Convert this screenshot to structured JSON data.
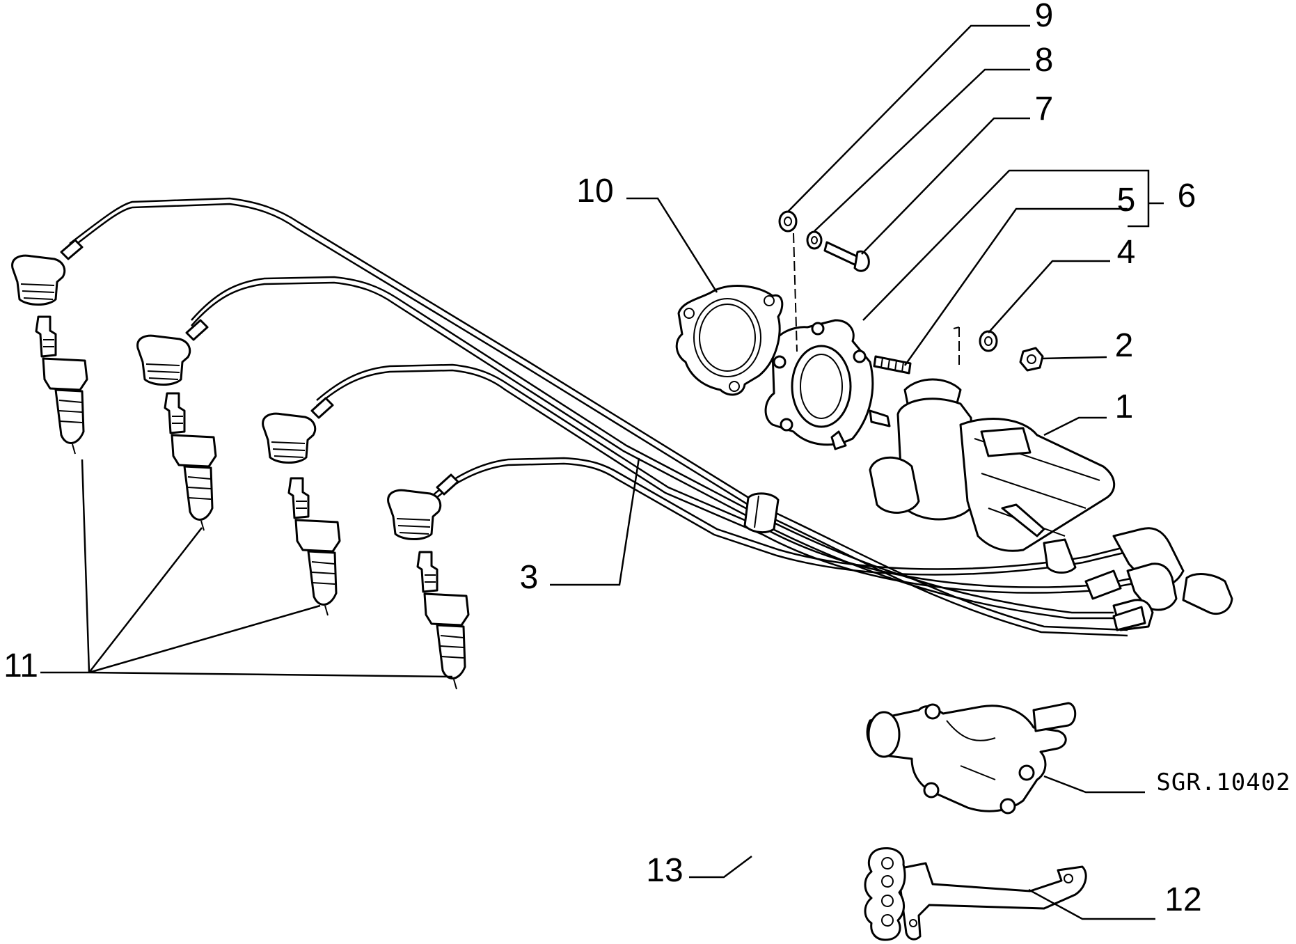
{
  "diagram": {
    "drawing_code": "SGR.10402",
    "callouts": [
      {
        "id": "callout-1",
        "text": "1"
      },
      {
        "id": "callout-2",
        "text": "2"
      },
      {
        "id": "callout-3",
        "text": "3"
      },
      {
        "id": "callout-4",
        "text": "4"
      },
      {
        "id": "callout-5",
        "text": "5"
      },
      {
        "id": "callout-6",
        "text": "6"
      },
      {
        "id": "callout-7",
        "text": "7"
      },
      {
        "id": "callout-8",
        "text": "8"
      },
      {
        "id": "callout-9",
        "text": "9"
      },
      {
        "id": "callout-10",
        "text": "10"
      },
      {
        "id": "callout-11",
        "text": "11"
      },
      {
        "id": "callout-12",
        "text": "12"
      },
      {
        "id": "callout-13",
        "text": "13"
      }
    ]
  }
}
